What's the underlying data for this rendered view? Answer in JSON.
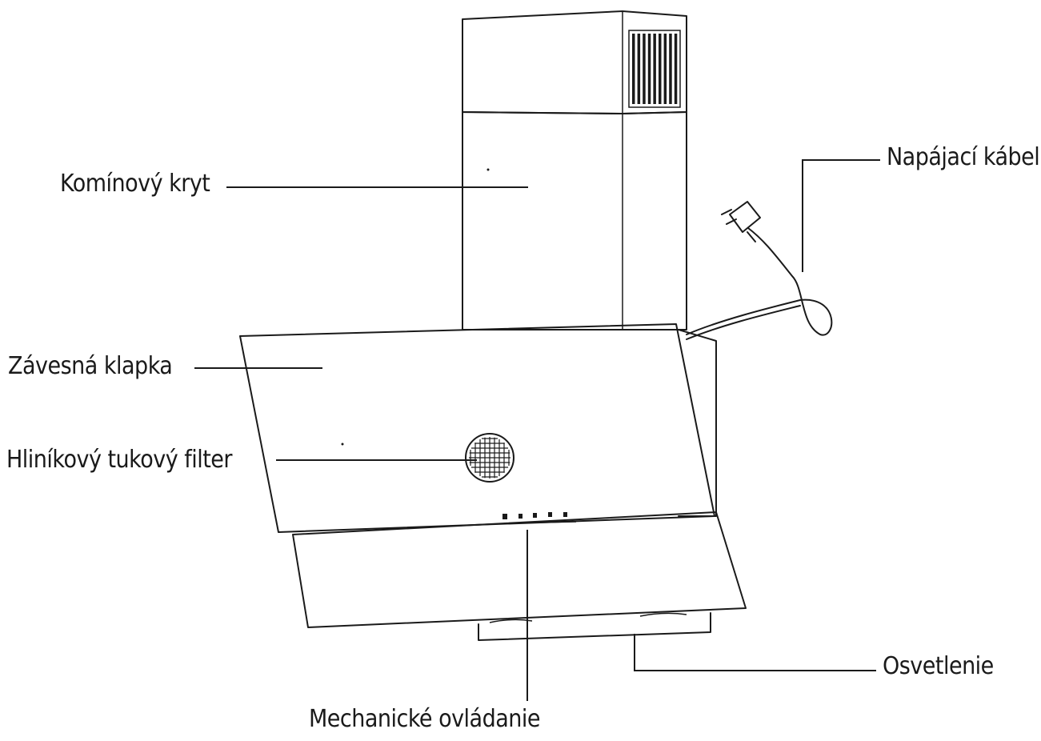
{
  "labels": {
    "chimney_cover": "Komínový kryt",
    "hinged_flap": "Závesná klapka",
    "grease_filter": "Hliníkový tukový filter",
    "power_cable": "Napájací kábel",
    "lighting": "Osvetlenie",
    "mechanical_control": "Mechanické ovládanie"
  },
  "colors": {
    "line": "#1a1a1a",
    "background": "#ffffff"
  }
}
